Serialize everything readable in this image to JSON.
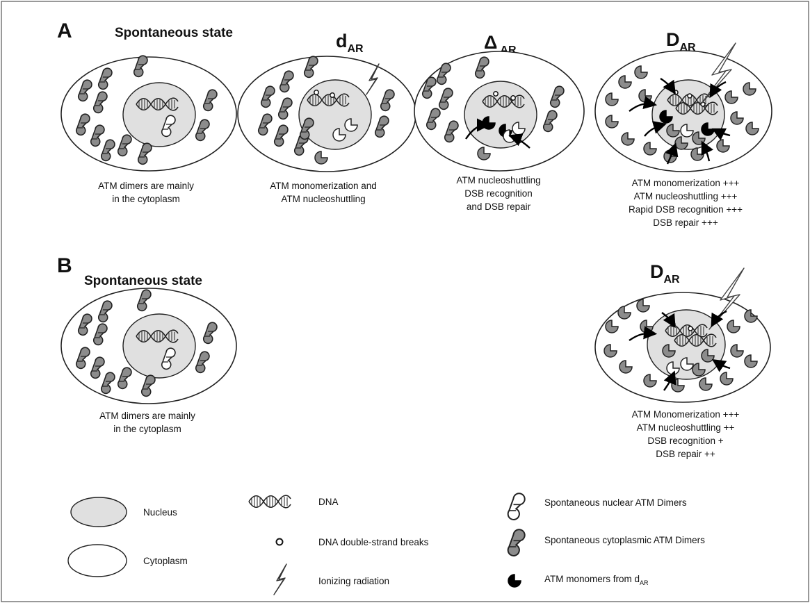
{
  "panels": [
    {
      "label": "A",
      "states": [
        {
          "title": "Spontaneous state",
          "caption": [
            "ATM dimers are mainly",
            "in the cytoplasm"
          ]
        },
        {
          "cond_main": "d",
          "cond_sub": "AR",
          "caption": [
            "ATM monomerization and",
            "ATM nucleoshuttling"
          ]
        },
        {
          "cond_main": "Δ",
          "cond_sub": "AR",
          "caption": [
            "ATM nucleoshuttling",
            "DSB recognition",
            "and DSB repair"
          ]
        },
        {
          "cond_main": "D",
          "cond_sub": "AR",
          "caption": [
            "ATM monomerization +++",
            "ATM nucleoshuttling +++",
            "Rapid DSB recognition +++",
            "DSB repair +++"
          ]
        }
      ]
    },
    {
      "label": "B",
      "states": [
        {
          "title": "Spontaneous state",
          "caption": [
            "ATM dimers are mainly",
            "in the cytoplasm"
          ]
        },
        {
          "cond_main": "D",
          "cond_sub": "AR",
          "caption": [
            "ATM Monomerization +++",
            "ATM nucleoshuttling ++",
            "DSB recognition +",
            "DSB repair ++"
          ]
        }
      ]
    }
  ],
  "legend": {
    "nucleus": "Nucleus",
    "cytoplasm": "Cytoplasm",
    "dna": "DNA",
    "dsb": "DNA double-strand breaks",
    "radiation": "Ionizing radiation",
    "nuclear_dimers": "Spontaneous nuclear ATM Dimers",
    "cytoplasmic_dimers": "Spontaneous cytoplasmic ATM Dimers",
    "monomers_main": "ATM monomers from d",
    "monomers_sub": "AR"
  },
  "colors": {
    "nucleus_fill": "#e0e0e0",
    "cytoplasm_fill": "#ffffff",
    "cytoplasmic_dimer": "#8c8c8c",
    "nuclear_dimer": "#ffffff",
    "monomer": "#000000",
    "outline": "#222222"
  }
}
